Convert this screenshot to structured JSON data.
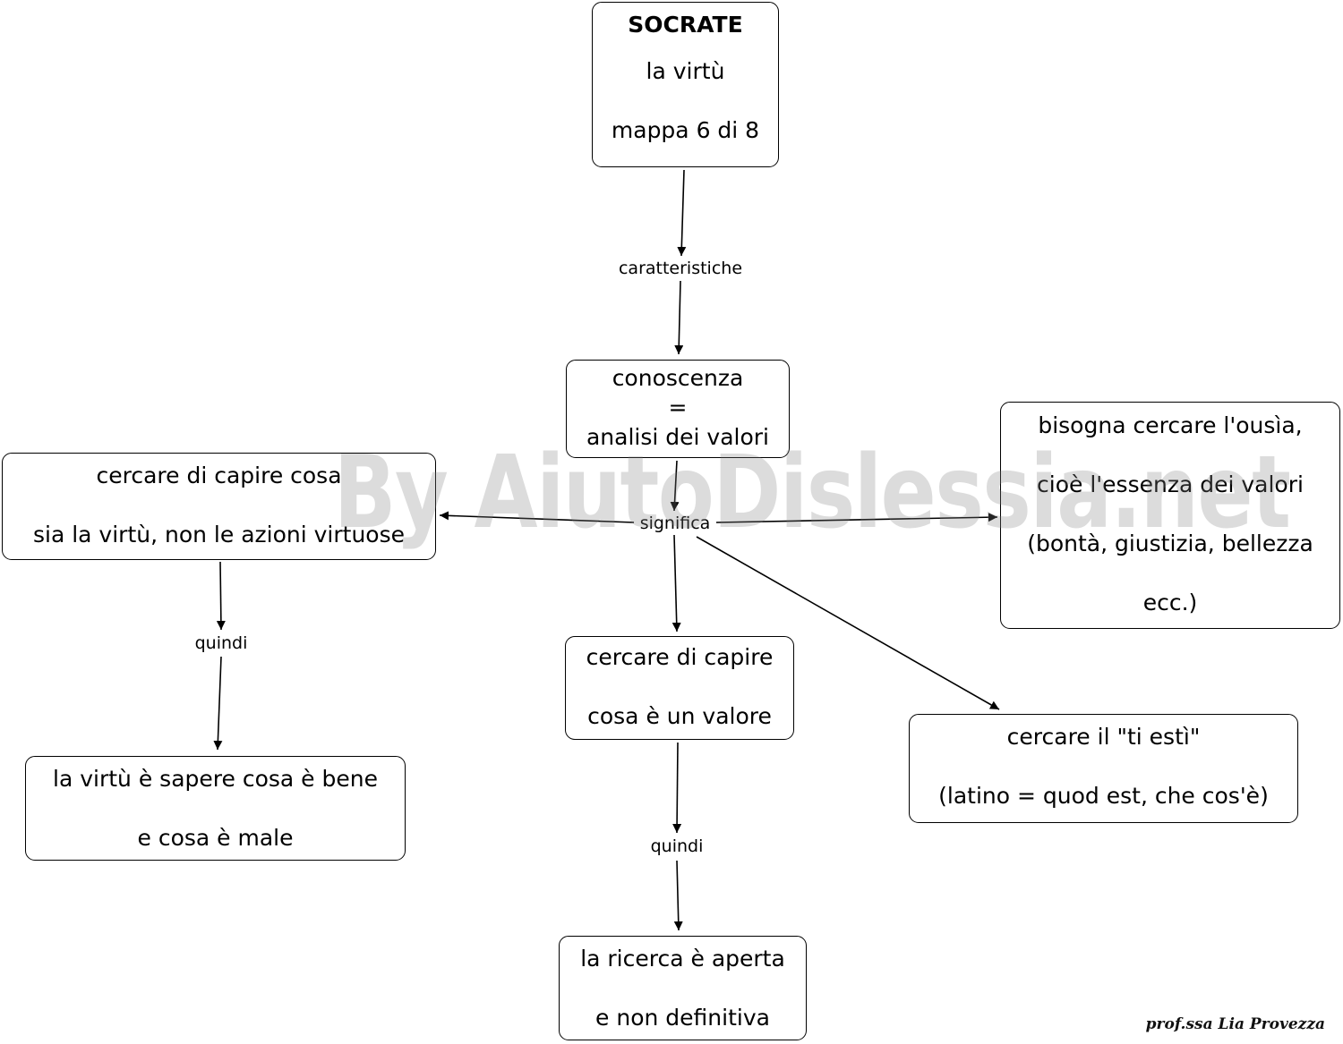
{
  "nodes": {
    "socrate": {
      "lines": [
        "SOCRATE",
        "la virtù",
        "mappa 6 di 8"
      ]
    },
    "conoscenza": {
      "lines": [
        "conoscenza",
        "=",
        "analisi dei valori"
      ]
    },
    "ousia": {
      "lines": [
        "bisogna cercare l'ousìa,",
        "cioè l'essenza dei valori",
        "(bontà, giustizia, bellezza",
        "ecc.)"
      ]
    },
    "cercare_virtu": {
      "lines": [
        "cercare di  capire cosa",
        "sia la virtù, non le azioni virtuose"
      ]
    },
    "cercare_valore": {
      "lines": [
        "cercare di capire",
        "cosa è un valore"
      ]
    },
    "ti_esti": {
      "lines": [
        "cercare il \"ti estì\"",
        "(latino = quod est, che cos'è)"
      ]
    },
    "sapere_bene": {
      "lines": [
        "la virtù è sapere cosa è bene",
        "e cosa è male"
      ]
    },
    "ricerca_aperta": {
      "lines": [
        "la ricerca è aperta",
        "e non definitiva"
      ]
    }
  },
  "links": {
    "caratteristiche": "caratteristiche",
    "significa": "significa",
    "quindi_left": "quindi",
    "quindi_center": "quindi"
  },
  "watermark": "By AiutoDislessia.net",
  "signature": "prof.ssa Lia Provezza"
}
